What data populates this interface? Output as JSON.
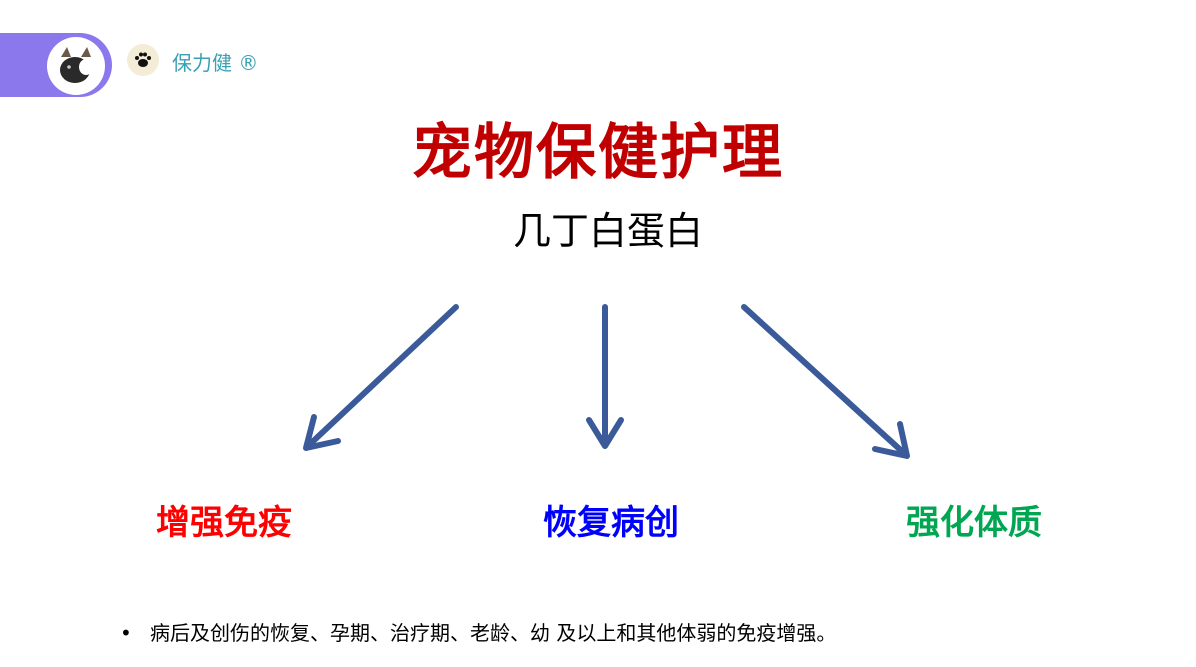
{
  "brand": {
    "name": "保力健 ®",
    "badge_icon": "paw-icon",
    "avatar_icon": "cat-face-icon"
  },
  "title": "宠物保健护理",
  "subtitle": "几丁白蛋白",
  "benefits": [
    {
      "label": "增强免疫",
      "color": "#ff0000"
    },
    {
      "label": "恢复病创",
      "color": "#0000ff"
    },
    {
      "label": "强化体质",
      "color": "#00a651"
    }
  ],
  "arrow_color": "#3a5a9a",
  "bullet": {
    "marker": "•",
    "text": "病后及创伤的恢复、孕期、治疗期、老龄、幼 及以上和其他体弱的免疫增强。"
  },
  "colors": {
    "accent": "#8b78ec",
    "title": "#c00000",
    "brand_text": "#3aa0b3"
  }
}
